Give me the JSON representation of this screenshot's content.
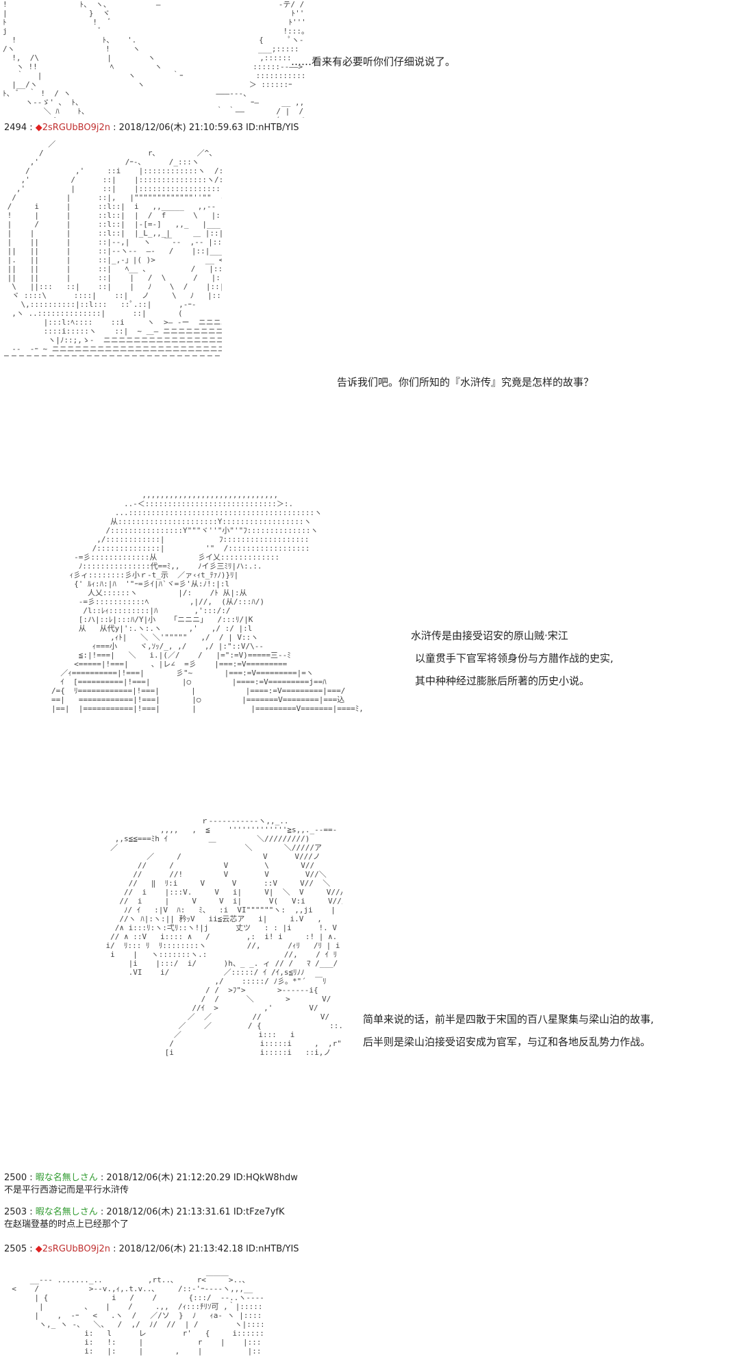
{
  "colors": {
    "trip_diamond": "#e02020",
    "trip_name": "#c03030",
    "anon_name": "#2f9a2f",
    "text": "#222222"
  },
  "narration": {
    "n1": "……看来有必要听你们仔细说说了。",
    "n2": "告诉我们吧。你们所知的『水浒传』究竟是怎样的故事？",
    "n3": [
      "水浒传是由接受诏安的原山贼·宋江",
      "以童贯手下官军将领身份与方腊作战的史实,",
      "其中种种经过膨胀后所著的历史小说。"
    ],
    "n4": [
      "简单来说的话，前半是四散于宋国的百八星聚集与梁山泊的故事,",
      "后半则是梁山泊接受诏安成为官军，与辽和各地反乱势力作战。"
    ]
  },
  "posts": [
    {
      "number": "2494",
      "sep": " : ",
      "diamond": "◆",
      "name": "2sRGUbBO9j2n",
      "colon": " : ",
      "meta": "2018/12/06(木) 21:10:59.63 ID:nHTB/YIS"
    },
    {
      "number": "2500",
      "sep": " : ",
      "name": "暇な名無しさん",
      "colon": " : ",
      "meta": "2018/12/06(木) 21:12:20.29 ID:HQkW8hdw",
      "body": "不是平行西游记而是平行水浒传"
    },
    {
      "number": "2503",
      "sep": " : ",
      "name": "暇な名無しさん",
      "colon": " : ",
      "meta": "2018/12/06(木) 21:13:31.61 ID:tFze7yfK",
      "body": "在赵瑞登基的时点上已经那个了"
    },
    {
      "number": "2505",
      "sep": " : ",
      "diamond": "◆",
      "name": "2sRGUbBO9j2n",
      "colon": " : ",
      "meta": "2018/12/06(木) 21:13:42.18 ID:nHTB/YIS"
    }
  ]
}
